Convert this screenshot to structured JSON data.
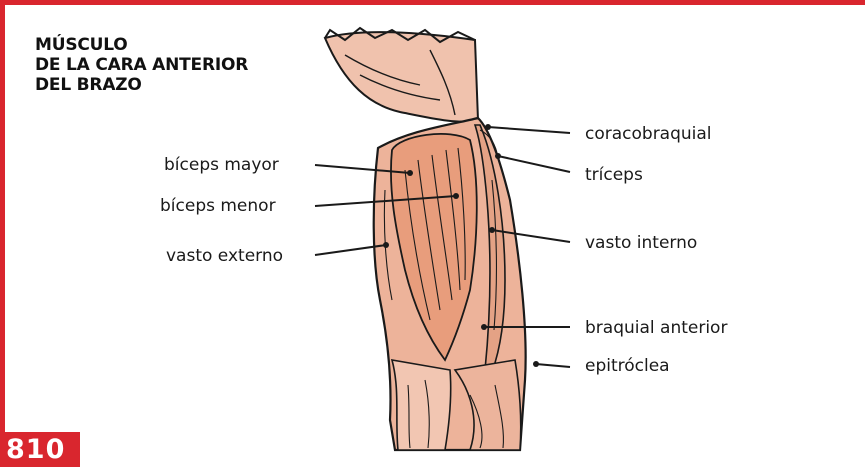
{
  "title": {
    "line1": "MÚSCULO",
    "line2": "DE LA CARA ANTERIOR",
    "line3": "DEL BRAZO"
  },
  "labels": {
    "biceps_mayor": "bíceps mayor",
    "biceps_menor": "bíceps menor",
    "vasto_externo": "vasto externo",
    "coracobraquial": "coracobraquial",
    "triceps": "tríceps",
    "vasto_interno": "vasto interno",
    "braquial_anterior": "braquial anterior",
    "epitroclea": "epitróclea"
  },
  "page_number": "810",
  "colors": {
    "accent": "#d9262e",
    "muscle": "#e8a98c",
    "ink": "#1a1a1a"
  }
}
